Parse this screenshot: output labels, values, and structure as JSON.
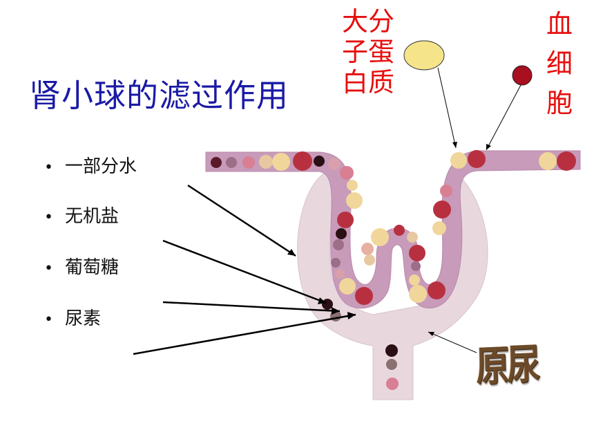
{
  "title": "肾小球的滤过作用",
  "bullets": [
    {
      "marker": "•",
      "text": "一部分水"
    },
    {
      "marker": "•",
      "text": "无机盐"
    },
    {
      "marker": "•",
      "text": "葡萄糖"
    },
    {
      "marker": "•",
      "text": "尿素"
    }
  ],
  "labels": {
    "protein_lines": [
      "大分",
      "子蛋",
      "白质"
    ],
    "blood_cell_chars": [
      "血",
      "细",
      "胞"
    ],
    "primary_urine": "原尿"
  },
  "colors": {
    "title": "#1a1aa6",
    "label_red": "#e60f0f",
    "vessel": "#c79bb9",
    "capsule": "#e9d7de",
    "protein": "#f5e48a",
    "blood_cell": "#a80f1f",
    "urine_text": "#6b4a2a"
  }
}
